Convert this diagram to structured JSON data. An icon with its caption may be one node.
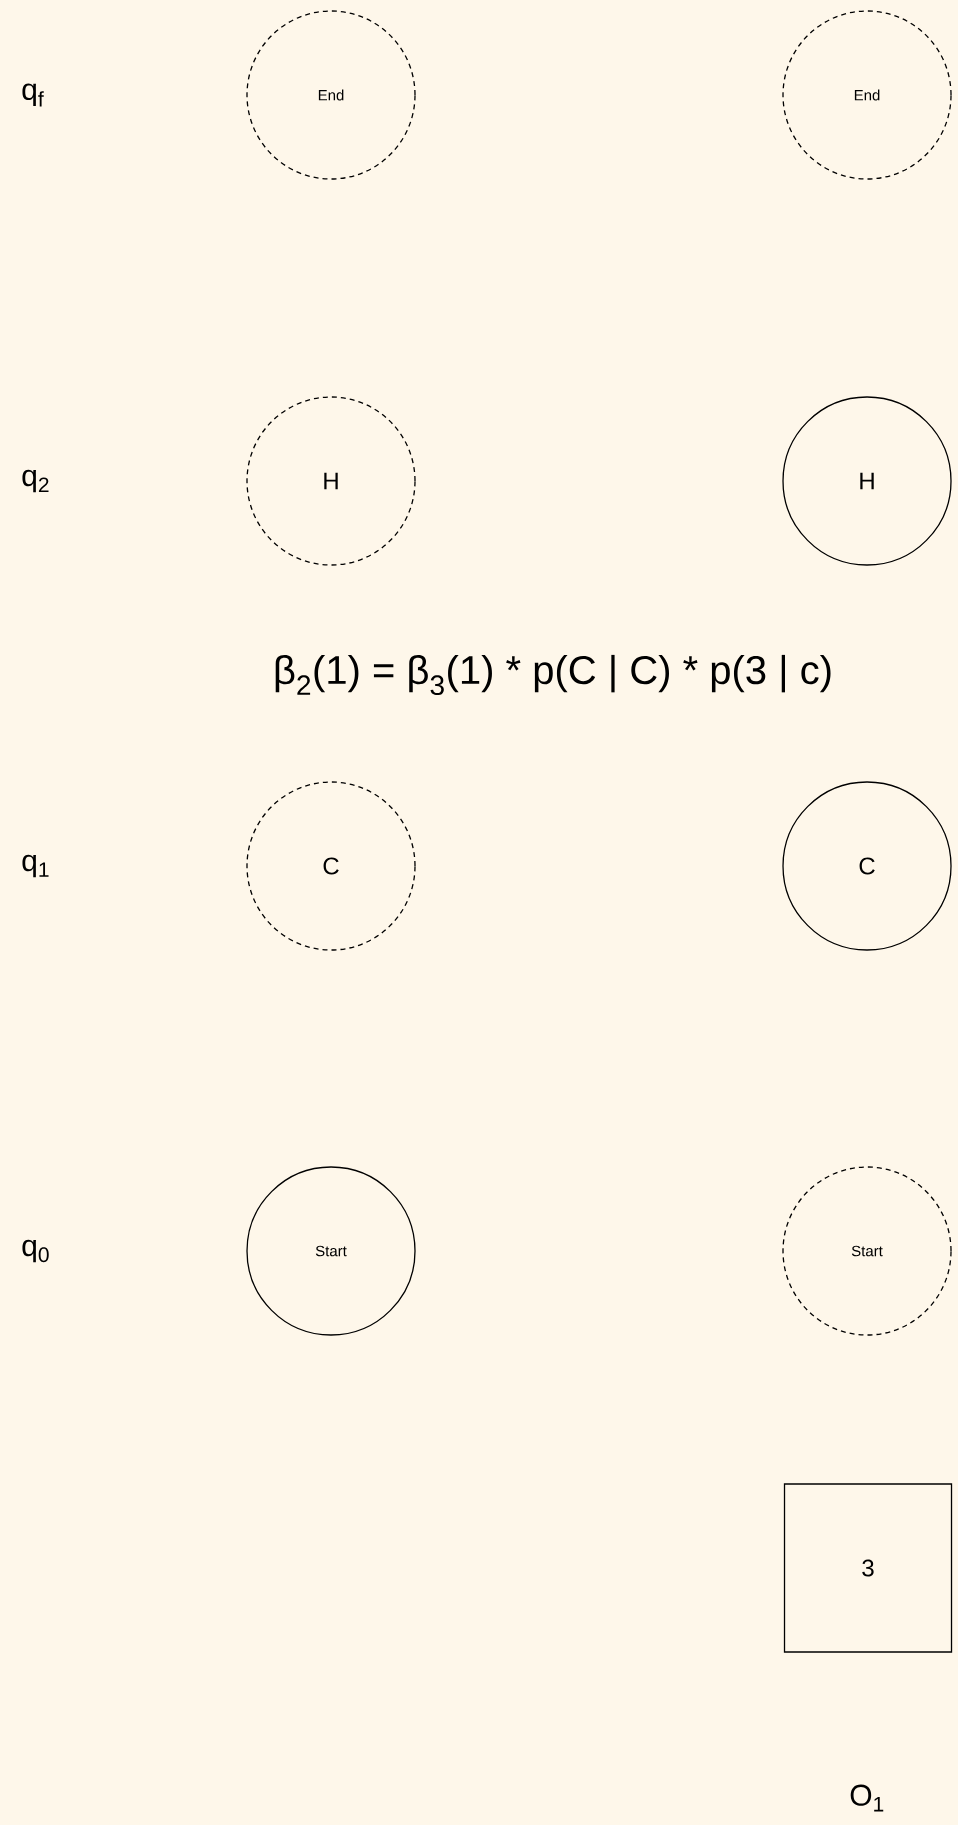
{
  "diagram": {
    "nodes": [
      {
        "text": [
          "End"
        ]
      },
      {
        "text": [
          "End"
        ]
      },
      {
        "text": [
          "H"
        ]
      },
      {
        "text": [
          "H"
        ]
      },
      {
        "text": [
          "C"
        ]
      },
      {
        "text": [
          "C"
        ]
      },
      {
        "text": [
          "Start"
        ]
      },
      {
        "text": [
          "Start"
        ]
      },
      {
        "text": [
          "3"
        ]
      }
    ],
    "labels": [
      "q$_{f}$",
      "q$_{2}$",
      "β$_{2}$(1) = β$_{3}$(1) * p(C | C) * p(3 | c)",
      "q$_{1}$",
      "q$_{0}$",
      "O$_{1}$"
    ]
  }
}
